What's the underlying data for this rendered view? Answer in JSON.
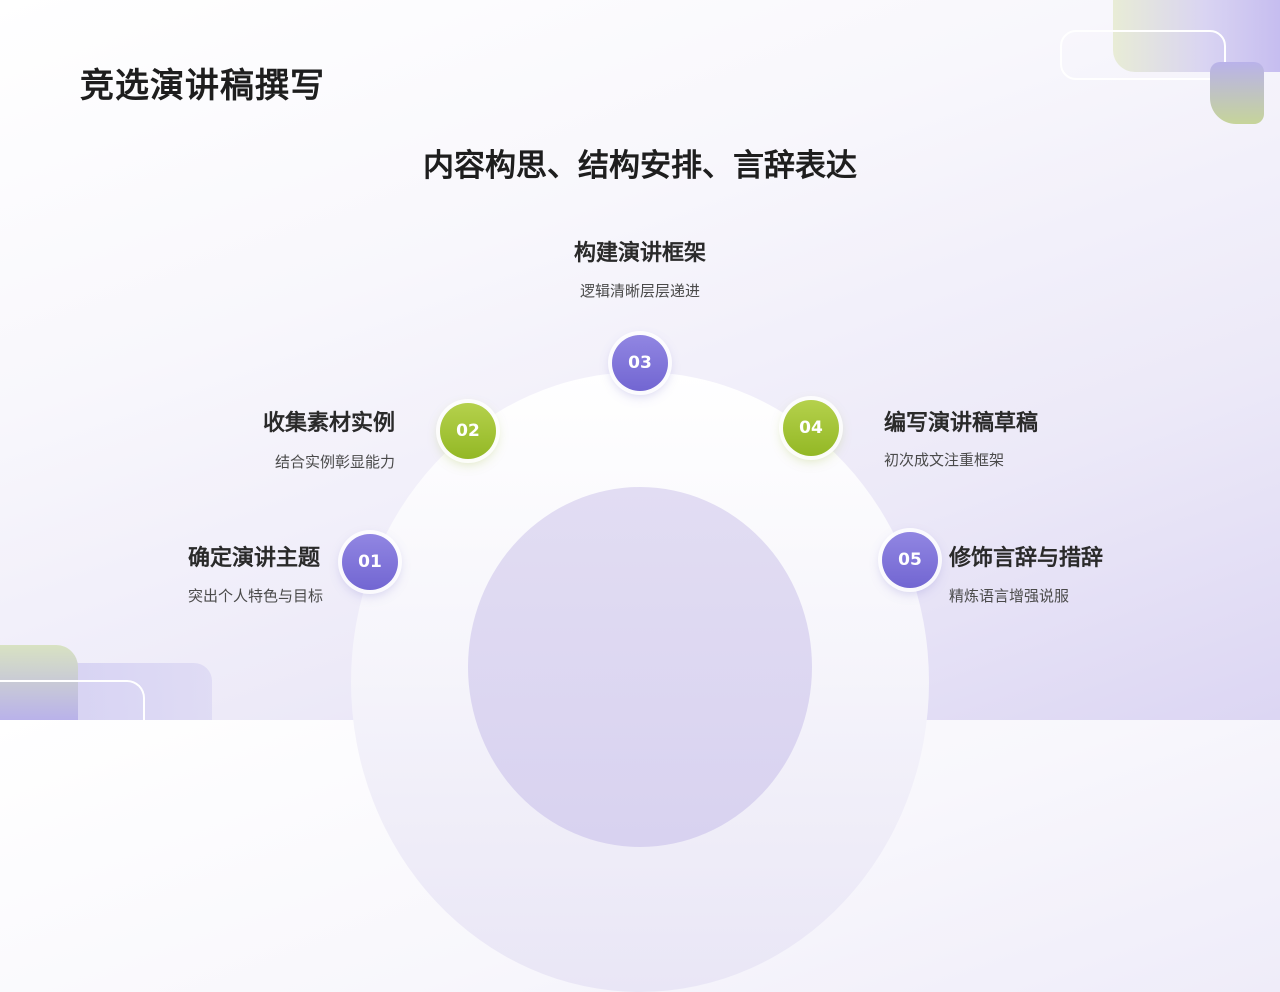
{
  "header": {
    "title": "竞选演讲稿撰写",
    "subtitle": "内容构思、结构安排、言辞表达"
  },
  "steps": [
    {
      "num": "01",
      "title": "确定演讲主题",
      "desc": "突出个人特色与目标",
      "color": "#7a6fd8"
    },
    {
      "num": "02",
      "title": "收集素材实例",
      "desc": "结合实例彰显能力",
      "color": "#a6c63a"
    },
    {
      "num": "03",
      "title": "构建演讲框架",
      "desc": "逻辑清晰层层递进",
      "color": "#7a6fd8"
    },
    {
      "num": "04",
      "title": "编写演讲稿草稿",
      "desc": "初次成文注重框架",
      "color": "#a6c63a"
    },
    {
      "num": "05",
      "title": "修饰言辞与措辞",
      "desc": "精炼语言增强说服",
      "color": "#7a6fd8"
    }
  ]
}
